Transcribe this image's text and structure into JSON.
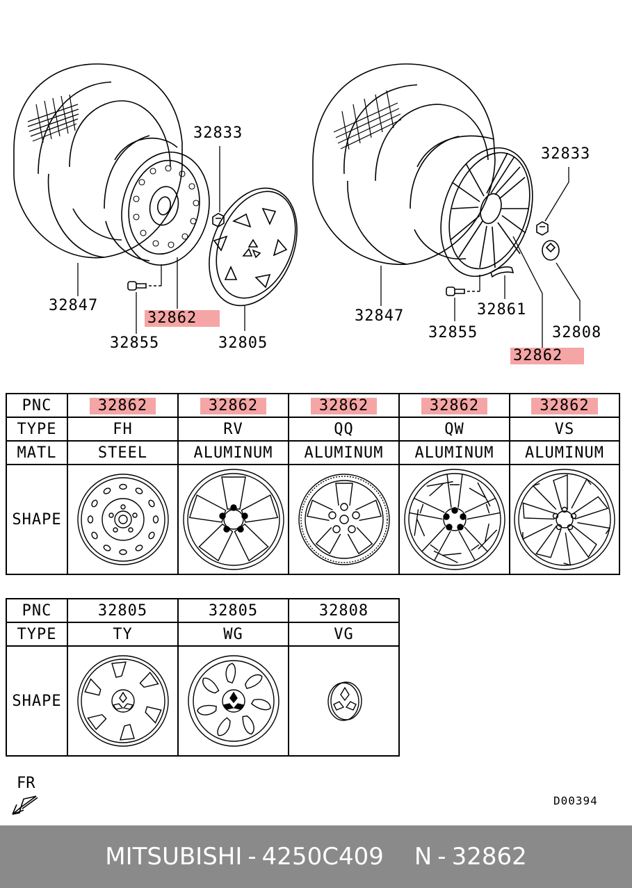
{
  "callouts": {
    "left_tire": "32847",
    "left_nut": "32833",
    "left_valve": "32855",
    "left_wheel": "32862",
    "left_cover": "32805",
    "right_nut": "32833",
    "right_tire": "32847",
    "right_weight": "32861",
    "right_valve": "32855",
    "right_cap": "32808",
    "right_wheel": "32862"
  },
  "table1": {
    "row_labels": {
      "pnc": "PNC",
      "type": "TYPE",
      "matl": "MATL",
      "shape": "SHAPE"
    },
    "columns": [
      {
        "pnc": "32862",
        "type": "FH",
        "matl": "STEEL"
      },
      {
        "pnc": "32862",
        "type": "RV",
        "matl": "ALUMINUM"
      },
      {
        "pnc": "32862",
        "type": "QQ",
        "matl": "ALUMINUM"
      },
      {
        "pnc": "32862",
        "type": "QW",
        "matl": "ALUMINUM"
      },
      {
        "pnc": "32862",
        "type": "VS",
        "matl": "ALUMINUM"
      }
    ]
  },
  "table2": {
    "row_labels": {
      "pnc": "PNC",
      "type": "TYPE",
      "shape": "SHAPE"
    },
    "columns": [
      {
        "pnc": "32805",
        "type": "TY"
      },
      {
        "pnc": "32805",
        "type": "WG"
      },
      {
        "pnc": "32808",
        "type": "VG"
      }
    ]
  },
  "fr_label": "FR",
  "drawing_number": "D00394",
  "footer": {
    "brand": "MITSUBISHI",
    "sep1": "-",
    "part_number": "4250C409",
    "n_label": "N",
    "sep2": "-",
    "pnc": "32862"
  },
  "colors": {
    "highlight": "#f5a5a5",
    "footer_bg": "#8a8a8a",
    "footer_text": "#ffffff"
  }
}
